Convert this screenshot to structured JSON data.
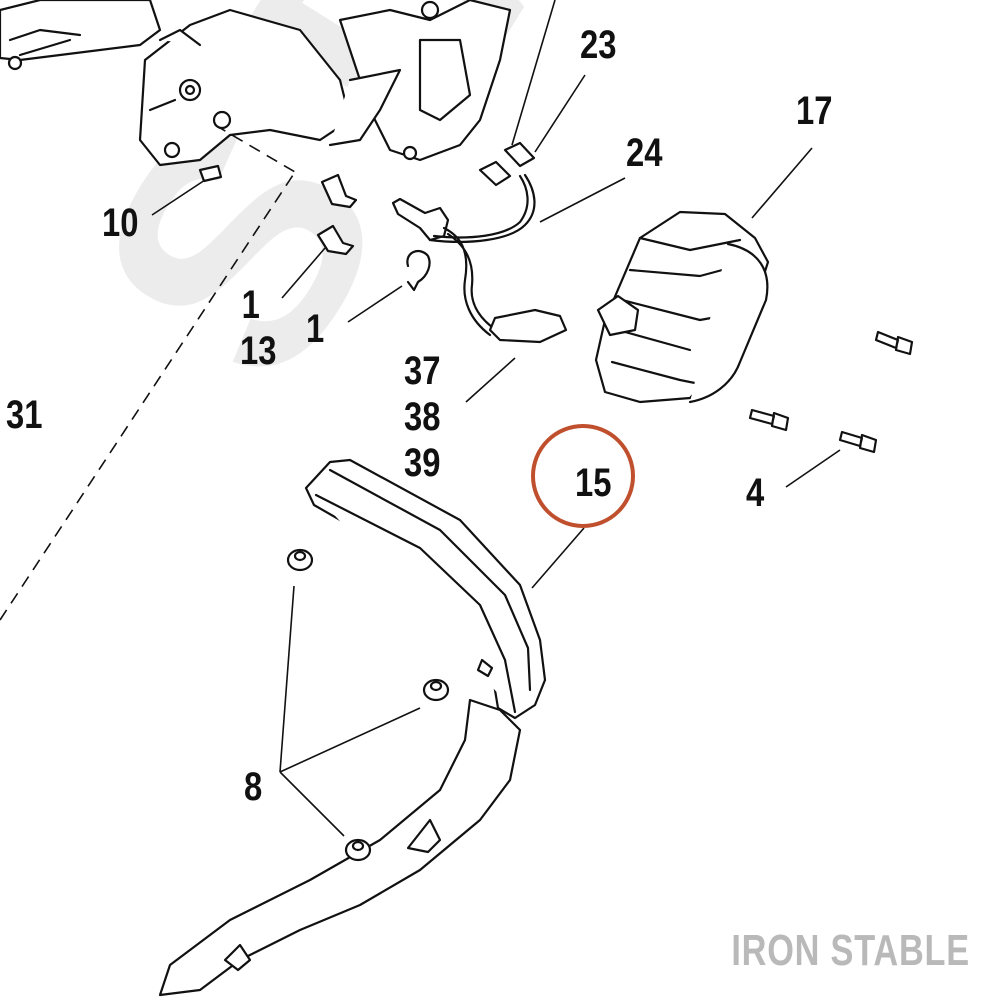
{
  "watermark": {
    "background_text": "STABLE",
    "brand_text": "IRON STABLE"
  },
  "highlight": {
    "part": "15",
    "ring_color": "#c0502d"
  },
  "colors": {
    "line": "#111111",
    "leader": "#111111",
    "watermark": "#ececec",
    "brand": "#b9b9b9"
  },
  "callouts": {
    "c23": "23",
    "c17": "17",
    "c24": "24",
    "c10": "10",
    "c1a": "1",
    "c13": "13",
    "c1b": "1",
    "c37": "37",
    "c38": "38",
    "c39": "39",
    "c31": "31",
    "c15": "15",
    "c4": "4",
    "c8": "8"
  }
}
